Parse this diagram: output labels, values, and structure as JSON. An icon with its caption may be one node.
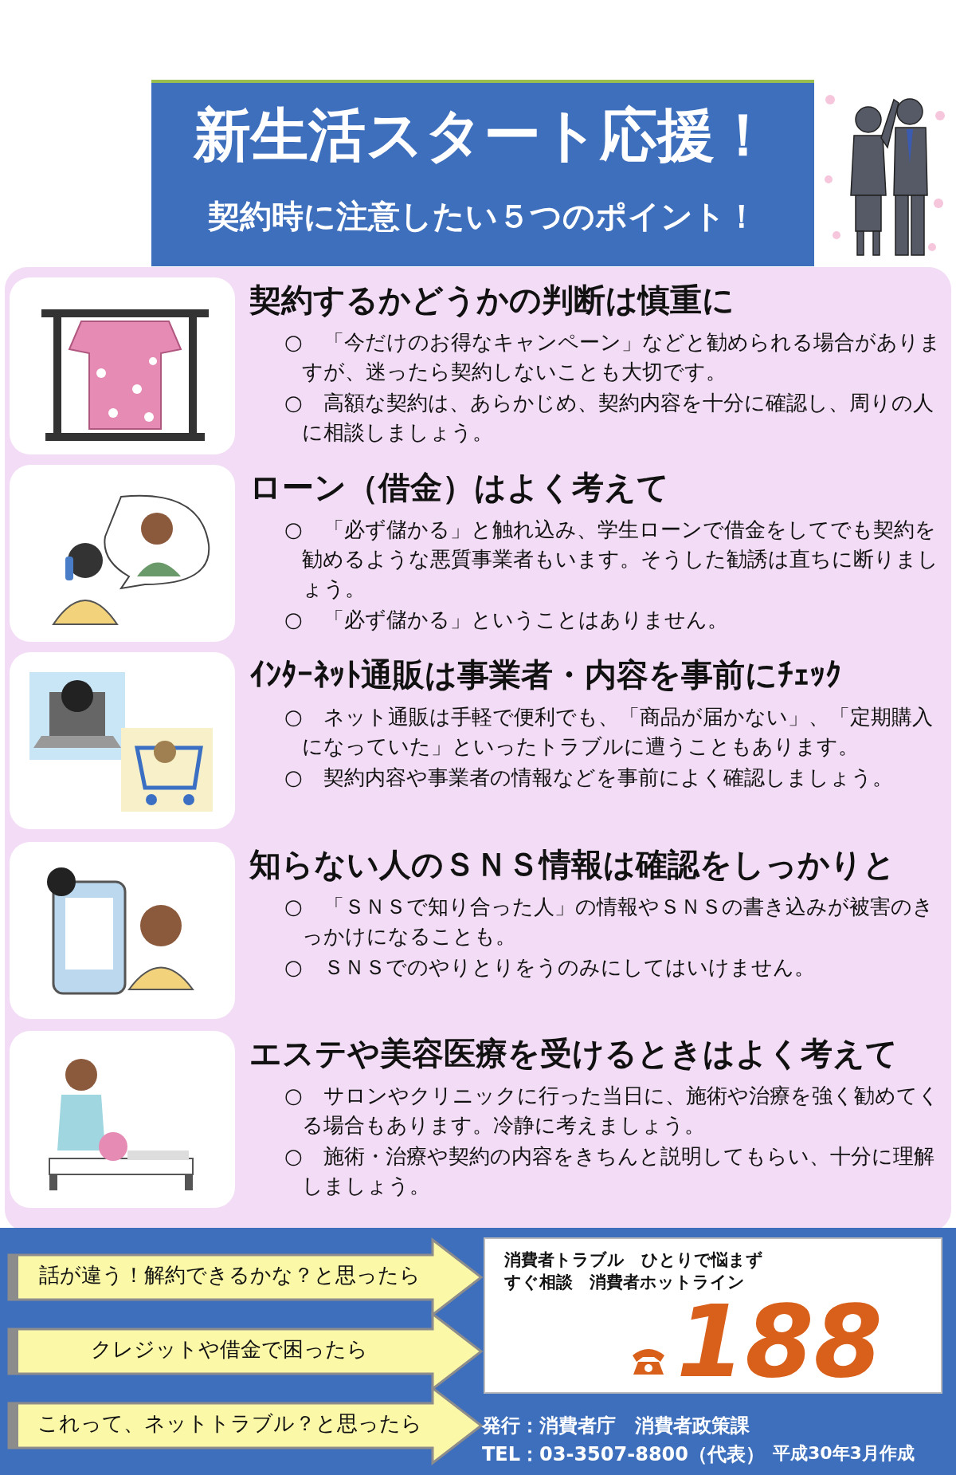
{
  "diagram": {
    "nodes": [
      {
        "text": [
          "新生活スタート応援！",
          "契約時に注意したい５つのポイント！"
        ]
      },
      {
        "text": [
          "契約するかどうかの判断は慎重に",
          "○　「今だけのお得なキャンペーン」などと勧められる場合がありますが、迷ったら契約しないことも大切です。",
          "○　高額な契約は、あらかじめ、契約内容を十分に確認し、周りの人に相談しましょう。"
        ]
      },
      {
        "text": [
          "ローン（借金）はよく考えて",
          "○　「必ず儲かる」と触れ込み、学生ローンで借金をしてでも契約を勧めるような悪質事業者もいます。そうした勧誘は直ちに断りましょう。",
          "○　「必ず儲かる」ということはありません。"
        ]
      },
      {
        "text": [
          "ｲﾝﾀｰﾈｯﾄ通販は事業者・内容を事前にﾁｪｯｸ",
          "○　ネット通販は手軽で便利でも、「商品が届かない」、「定期購入になっていた」といったトラブルに遭うこともあります。",
          "○　契約内容や事業者の情報などを事前によく確認しましょう。"
        ]
      },
      {
        "text": [
          "知らない人のＳＮＳ情報は確認をしっかりと",
          "○　「ＳＮＳで知り合った人」の情報やＳＮＳの書き込みが被害のきっかけになることも。",
          "○　ＳＮＳでのやりとりをうのみにしてはいけません。"
        ]
      },
      {
        "text": [
          "エステや美容医療を受けるときはよく考えて",
          "○　サロンやクリニックに行った当日に、施術や治療を強く勧めてくる場合もあります。冷静に考えましょう。",
          "○　施術・治療や契約の内容をきちんと説明してもらい、十分に理解しましょう。"
        ]
      },
      {
        "text": [
          "話が違う！解約できるかな？と思ったら"
        ]
      },
      {
        "text": [
          "クレジットや借金で困ったら"
        ]
      },
      {
        "text": [
          "これって、ネットトラブル？と思ったら"
        ]
      },
      {
        "text": [
          "消費者トラブル　ひとりで悩まずすぐ相談　消費者ホットライン",
          "188"
        ]
      }
    ],
    "labels": [
      "発行：消費者庁　消費者政策課",
      "TEL：03-3507-8800（代表）",
      "平成30年3月作成"
    ]
  }
}
